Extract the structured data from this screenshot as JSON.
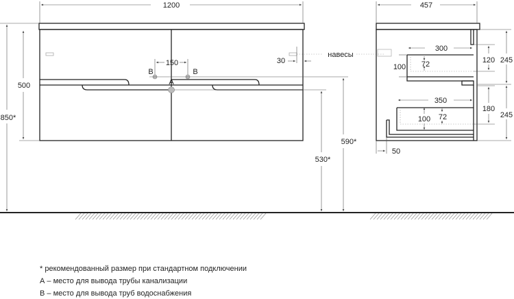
{
  "front": {
    "width": "1200",
    "height_total": "850*",
    "height_body": "500",
    "pipe_spacing": "150",
    "label_b": "B",
    "label_a": "A",
    "hinge_offset": "30",
    "hinges": "навесы",
    "h590": "590*",
    "h530": "530*"
  },
  "side": {
    "depth": "457",
    "drawer1_width": "300",
    "drawer1_height": "100",
    "drawer1_inner": "72",
    "drawer1_gap": "120",
    "front1": "245",
    "drawer2_width": "350",
    "drawer2_height": "100",
    "drawer2_inner": "72",
    "drawer2_gap": "180",
    "front2": "245",
    "wall_offset": "50"
  },
  "notes": [
    "* рекомендованный размер при стандартном подключении",
    "А – место для вывода трубы канализации",
    "В – место для вывода труб водоснабжения"
  ]
}
